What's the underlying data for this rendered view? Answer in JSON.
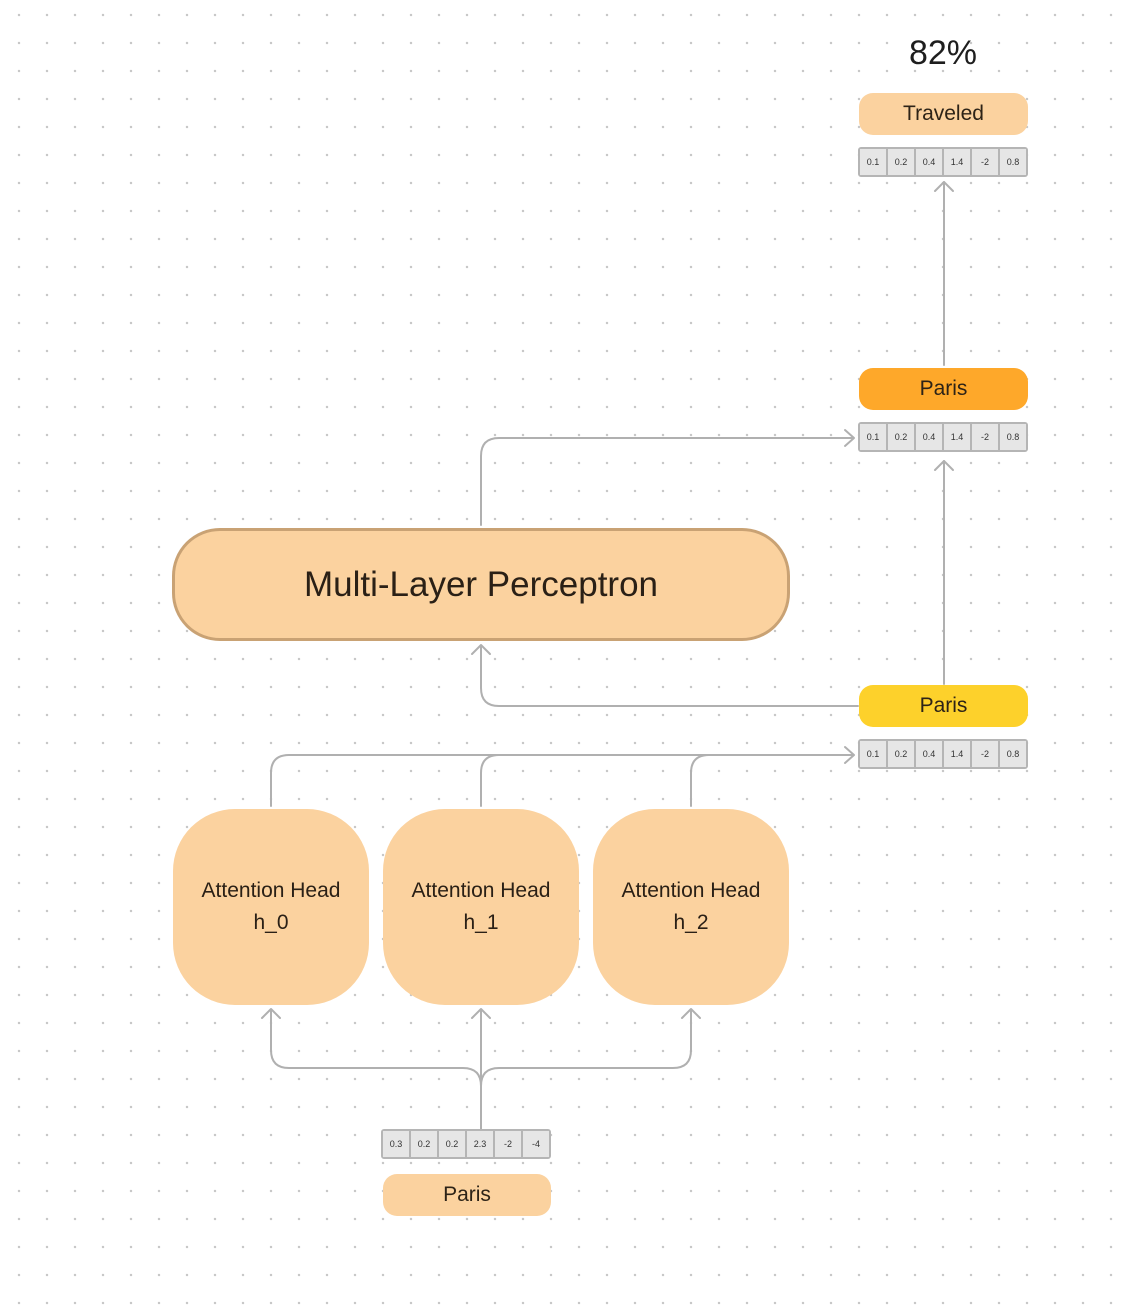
{
  "output": {
    "probability": "82%",
    "token": "Traveled",
    "vector": [
      "0.1",
      "0.2",
      "0.4",
      "1.4",
      "-2",
      "0.8"
    ]
  },
  "after_mlp": {
    "token": "Paris",
    "vector": [
      "0.1",
      "0.2",
      "0.4",
      "1.4",
      "-2",
      "0.8"
    ]
  },
  "mlp": {
    "label": "Multi-Layer Perceptron"
  },
  "after_attention": {
    "token": "Paris",
    "vector": [
      "0.1",
      "0.2",
      "0.4",
      "1.4",
      "-2",
      "0.8"
    ]
  },
  "attention_heads": [
    {
      "title": "Attention Head",
      "id": "h_0"
    },
    {
      "title": "Attention Head",
      "id": "h_1"
    },
    {
      "title": "Attention Head",
      "id": "h_2"
    }
  ],
  "input": {
    "token": "Paris",
    "vector": [
      "0.3",
      "0.2",
      "0.2",
      "2.3",
      "-2",
      "-4"
    ]
  },
  "colors": {
    "pill_light": "#fbd29f",
    "pill_orange": "#fea82a",
    "pill_yellow": "#fdd12b",
    "connector": "#b0b0b0"
  }
}
